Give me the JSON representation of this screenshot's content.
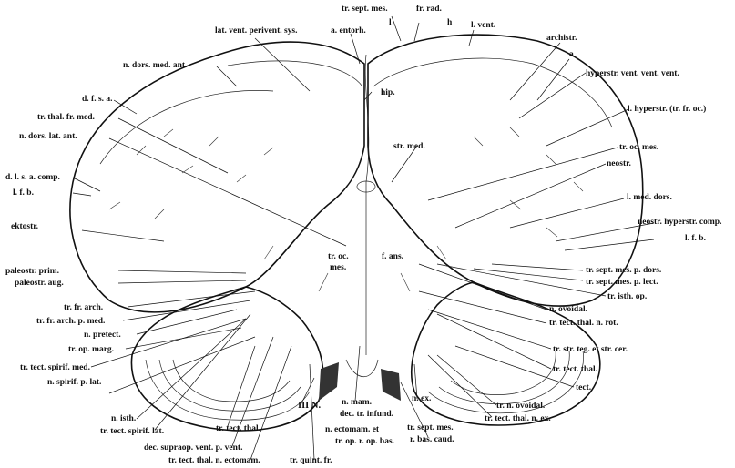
{
  "labels": {
    "tr_sept_mes_top": "tr. sept. mes.",
    "fr_rad": "fr. rad.",
    "l": "l",
    "h": "h",
    "l_vent": "l. vent.",
    "lat_vent_perivent_sys": "lat. vent. perivent. sys.",
    "a_entorh": "a. entorh.",
    "archistr": "archistr.",
    "a": "a",
    "n_dors_med_ant": "n. dors. med. ant.",
    "hyperstr_vent_vent_vent": "hyperstr. vent. vent. vent.",
    "hip": "hip.",
    "l_hyperstr": "l. hyperstr. (tr. fr. oc.)",
    "d_f_s_a": "d. f. s. a.",
    "tr_thal_fr_med": "tr. thal. fr. med.",
    "n_dors_lat_ant": "n. dors. lat. ant.",
    "str_med": "str. med.",
    "tr_oc_mes_right": "tr. oc. mes.",
    "neostr": "neostr.",
    "d_l_s_a_comp": "d. l. s. a. comp.",
    "l_f_b_left": "l. f. b.",
    "l_med_dors": "l. med. dors.",
    "ektostr": "ektostr.",
    "neostr_hyperstr_comp": "neostr. hyperstr. comp.",
    "l_f_b_right": "l. f. b.",
    "tr_oc": "tr. oc.",
    "mes": "mes.",
    "f_ans": "f. ans.",
    "paleostr_prim": "paleostr. prim.",
    "paleostr_aug": "paleostr. aug.",
    "tr_sept_mes_p_dors": "tr. sept. mes. p. dors.",
    "tr_sept_mes_p_lect": "tr. sept. mes. p. lect.",
    "tr_isth_op": "tr. isth. op.",
    "tr_fr_arch": "tr. fr. arch.",
    "n_ovoidal": "n. ovoidal.",
    "tr_fr_arch_p_med": "tr. fr. arch. p. med.",
    "tr_tect_thal_n_rot": "tr. tect. thal. n. rot.",
    "n_pretect": "n. pretect.",
    "tr_str_teg": "tr. str. teg. et str. cer.",
    "tr_op_marg": "tr. op. marg.",
    "tr_tect_thal_right": "tr. tect. thal.",
    "tr_tect_spirif_med": "tr. tect. spirif. med.",
    "tect": "tect.",
    "n_spirif_p_lat": "n. spirif. p. lat.",
    "n_mam": "n. mam.",
    "dec_tr_infund": "dec. tr. infund.",
    "n_ex": "n. ex.",
    "tr_n_ovoidal": "tr. n. ovoidal.",
    "n_isth": "n. isth.",
    "III_N": "III N.",
    "tr_tect_thal_n_ex": "tr. tect. thal. n. ex.",
    "tr_tect_spirif_lat": "tr. tect. spirif. lat.",
    "tr_tect_thal_left": "tr. tect. thal.",
    "n_ectomam_et": "n. ectomam. et",
    "tr_sept_mes_bottom": "tr. sept. mes.",
    "tr_op_r_op_bas": "tr. op. r. op. bas.",
    "r_bas_caud": "r. bas. caud.",
    "dec_supraop": "dec. supraop. vent. p. vent.",
    "tr_tect_thal_n_ectomam": "tr. tect. thal. n. ectomam.",
    "tr_quint_fr": "tr. quint. fr."
  }
}
